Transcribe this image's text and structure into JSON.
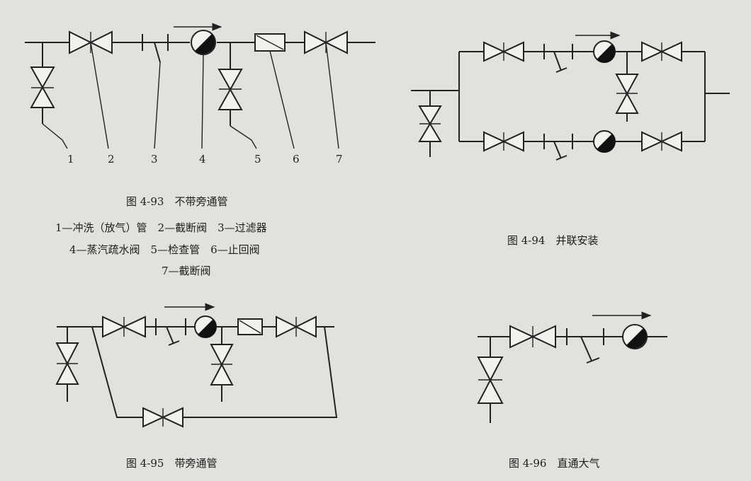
{
  "fig93": {
    "title": "图 4-93　不带旁通管",
    "numbers": [
      "1",
      "2",
      "3",
      "4",
      "5",
      "6",
      "7"
    ],
    "legend": [
      "1—冲洗（放气）管　2—截断阀　3—过滤器",
      "4—蒸汽疏水阀　5—检查管　6—止回阀",
      "7—截断阀"
    ]
  },
  "fig94": {
    "title": "图 4-94　并联安装"
  },
  "fig95": {
    "title": "图 4-95　带旁通管"
  },
  "fig96": {
    "title": "图 4-96　直通大气"
  }
}
